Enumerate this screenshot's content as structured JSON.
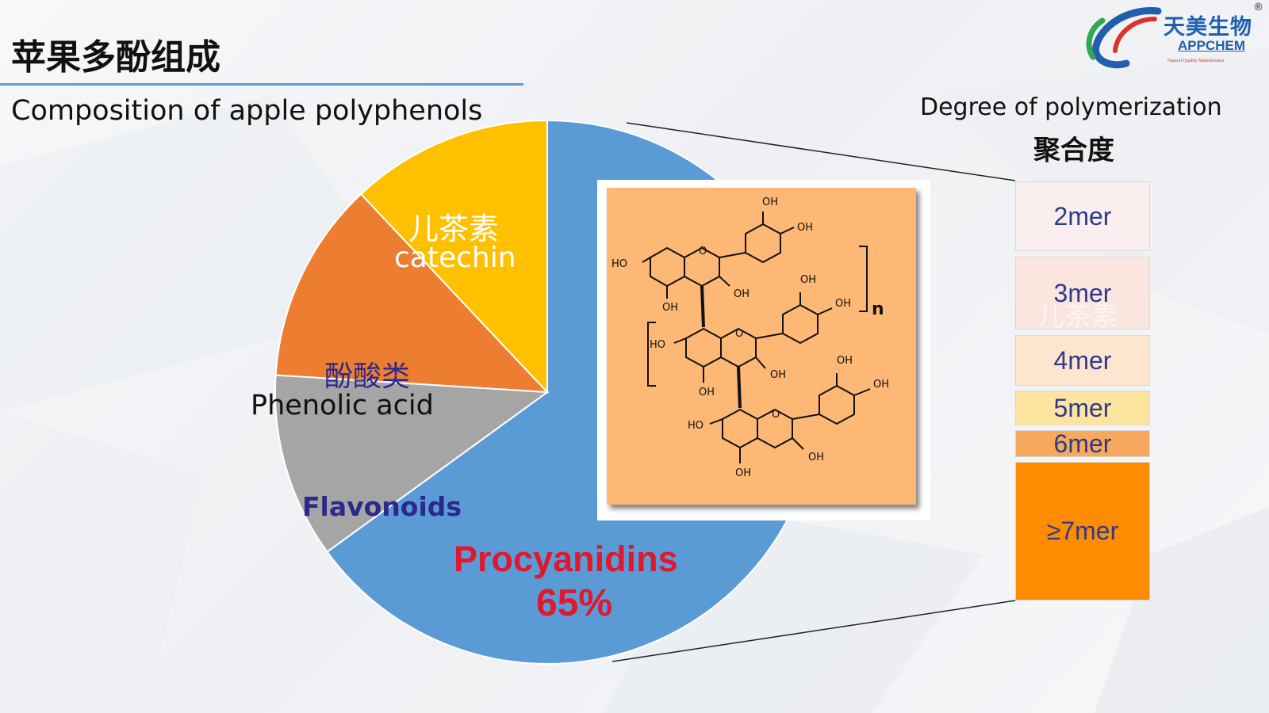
{
  "title_cn": "苹果多酚组成",
  "title_en": "Composition of apple polyphenols",
  "logo": {
    "name_cn": "天美生物",
    "name_en": "APPCHEM",
    "tagline": "Natural Quality Manufacturer",
    "registered": "®"
  },
  "polymerization": {
    "title_en": "Degree of polymerization",
    "title_cn": "聚合度",
    "ghost_label": "儿茶素",
    "levels": [
      {
        "label": "2mer",
        "color": "#fbeeee"
      },
      {
        "label": "3mer",
        "color": "#fbe6df"
      },
      {
        "label": "4mer",
        "color": "#fde5cf"
      },
      {
        "label": "5mer",
        "color": "#fde5a0"
      },
      {
        "label": "6mer",
        "color": "#f6a95c"
      },
      {
        "label": "≥7mer",
        "color": "#ff8c00"
      }
    ]
  },
  "structure_labels": {
    "oh": "OH",
    "ho": "HO",
    "o": "O",
    "n": "n"
  },
  "chart_data": {
    "type": "pie",
    "slices": [
      {
        "name_cn": "",
        "name_en": "Procyanidins",
        "value": 65,
        "value_label": "65%",
        "color": "#5b9bd5"
      },
      {
        "name_cn": "",
        "name_en": "Flavonoids",
        "value": 11,
        "value_label": "",
        "color": "#a5a5a5"
      },
      {
        "name_cn": "酚酸类",
        "name_en": "Phenolic acid",
        "value": 12,
        "value_label": "",
        "color": "#ed7d31"
      },
      {
        "name_cn": "儿茶素",
        "name_en": "catechin",
        "value": 12,
        "value_label": "",
        "color": "#ffc000"
      }
    ]
  }
}
